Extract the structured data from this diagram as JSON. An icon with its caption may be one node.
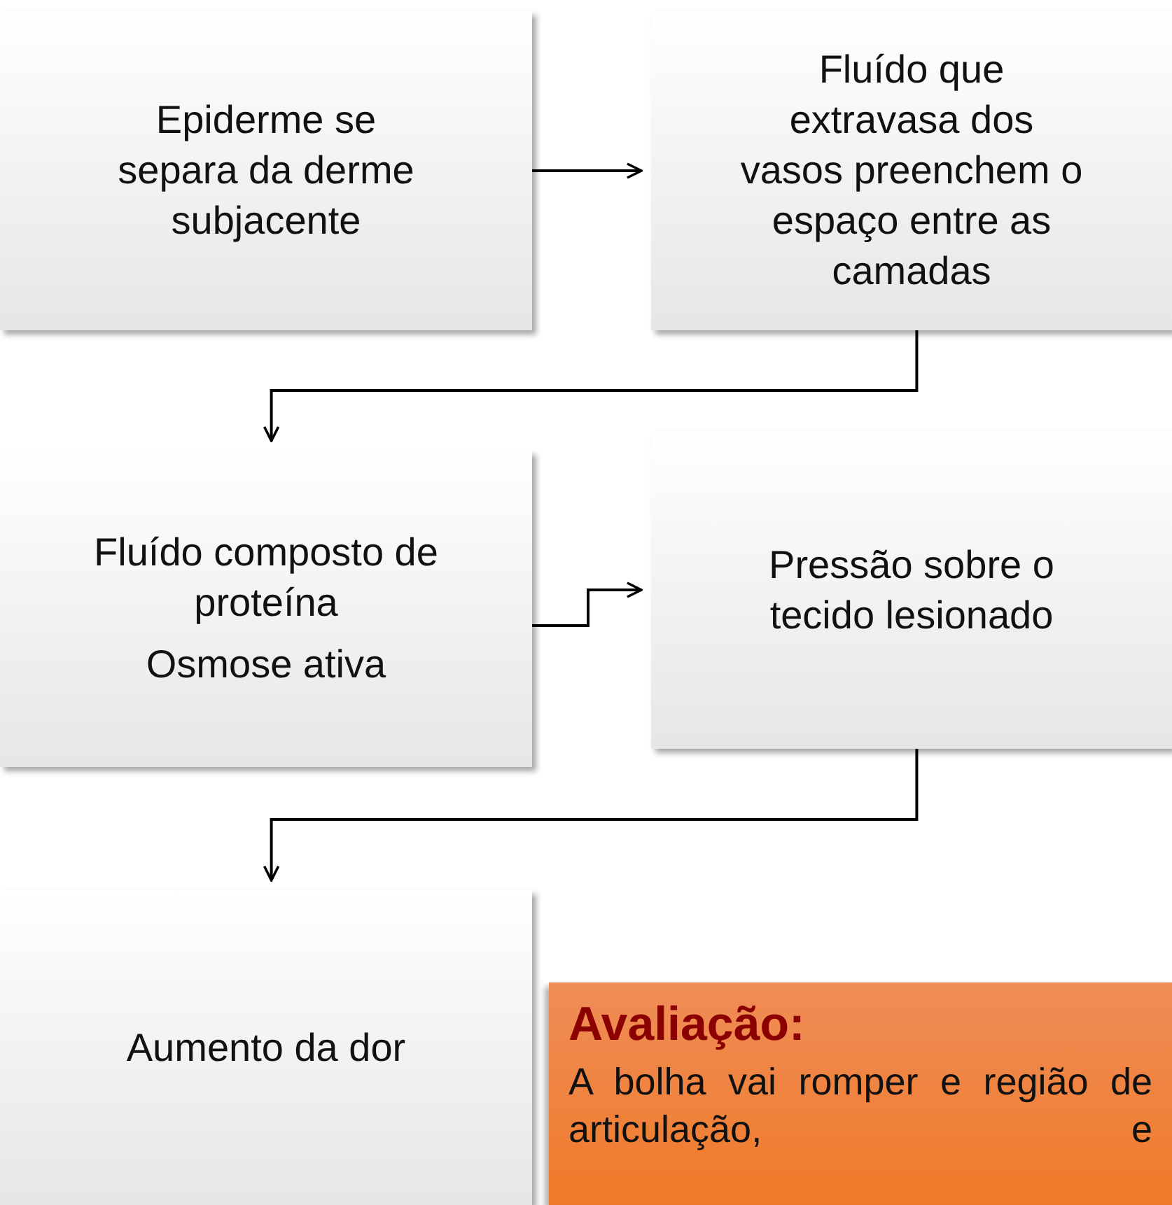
{
  "diagram": {
    "nodes": [
      {
        "text": [
          "Epiderme se separa da derme subjacente"
        ]
      },
      {
        "text": [
          "Fluído que extravasa dos vasos preenchem o espaço entre as camadas"
        ]
      },
      {
        "text": [
          "Fluído composto de proteína",
          "Osmose ativa"
        ]
      },
      {
        "text": [
          "Pressão sobre o tecido lesionado"
        ]
      },
      {
        "text": [
          "Aumento da dor"
        ]
      },
      {
        "text": [
          "Avaliação:",
          "A bolha vai romper e região de articulação, e"
        ]
      }
    ],
    "edges": [
      {
        "from": 0,
        "to": 1,
        "arrow": "to"
      },
      {
        "from": 1,
        "to": 2,
        "arrow": "to"
      },
      {
        "from": 2,
        "to": 3,
        "arrow": "to"
      },
      {
        "from": 3,
        "to": 4,
        "arrow": "to"
      }
    ]
  }
}
